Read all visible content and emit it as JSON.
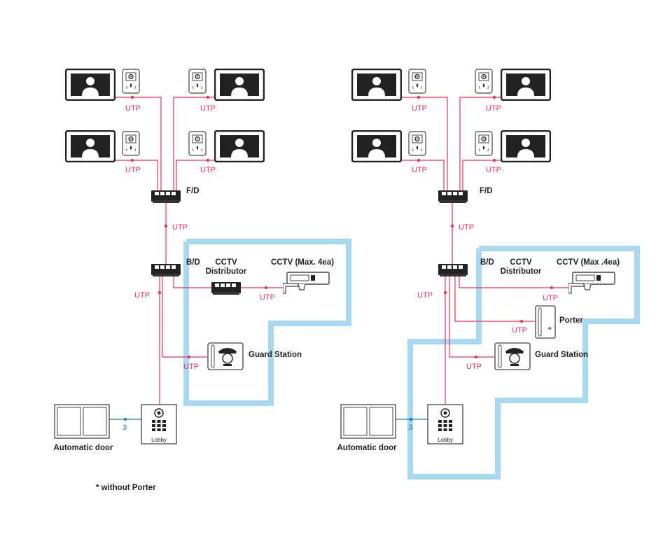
{
  "labels": {
    "utp": "UTP",
    "fd": "F/D",
    "bd": "B/D",
    "cctv_distributor_line1": "CCTV",
    "cctv_distributor_line2": "Distributor",
    "cctv_left": "CCTV (Max. 4ea)",
    "cctv_right": "CCTV (Max .4ea)",
    "guard_station": "Guard Station",
    "porter": "Porter",
    "automatic_door": "Automatic door",
    "lobby": "Lobby",
    "wire_count": "3",
    "note": "* without Porter"
  },
  "icons": {
    "monitor": "video-monitor-icon",
    "door_station": "door-camera-icon",
    "switch": "network-switch-icon",
    "cctv": "cctv-camera-icon",
    "guard": "guard-station-icon",
    "porter": "porter-phone-icon",
    "lobby": "lobby-panel-icon",
    "door": "automatic-door-icon"
  },
  "colors": {
    "utp_wire": "#e8335a",
    "door_wire": "#1f7bc4",
    "zone": "#a9d8f2",
    "device": "#222222"
  }
}
